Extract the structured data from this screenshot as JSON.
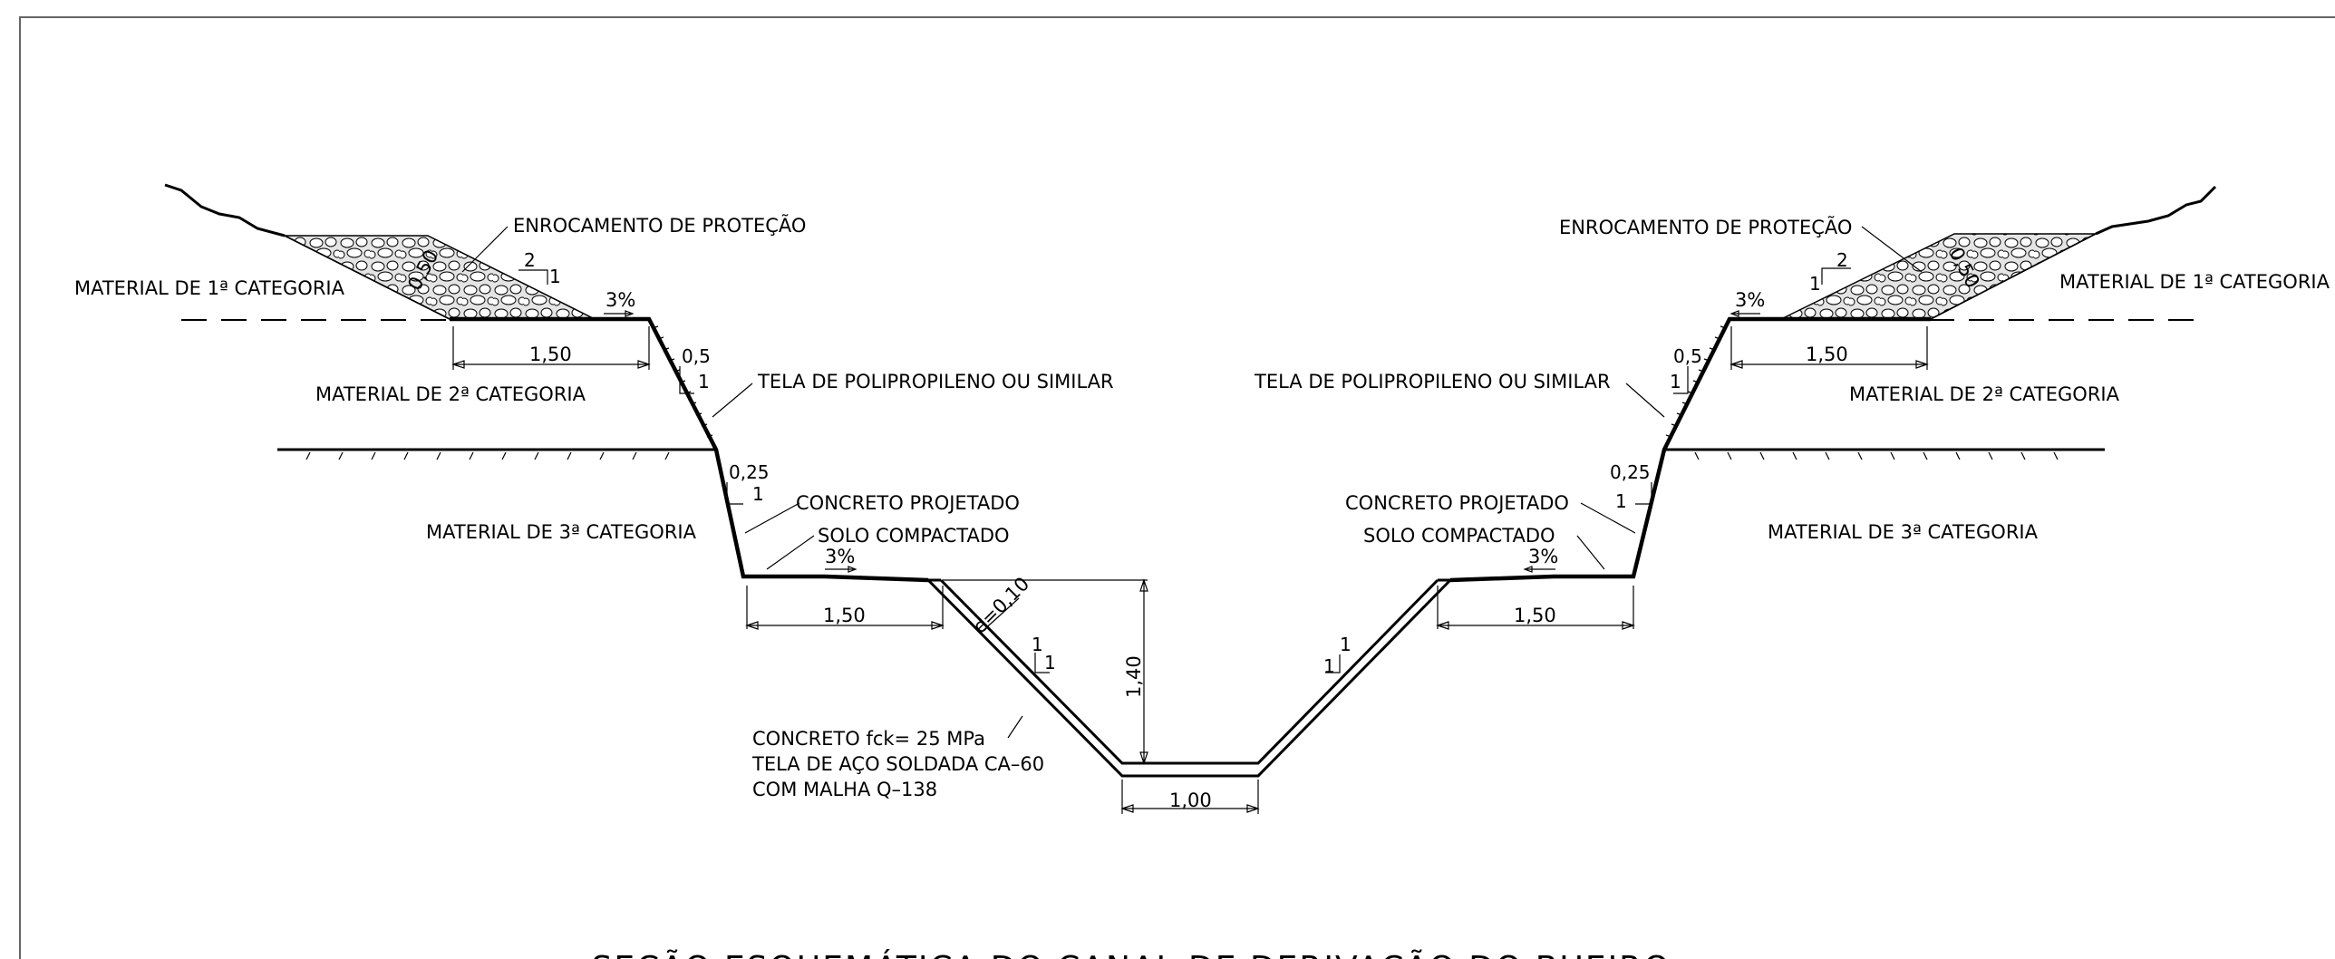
{
  "labels": {
    "enrocamento_left": "ENROCAMENTO DE PROTEÇÃO",
    "enrocamento_right": "ENROCAMENTO DE PROTEÇÃO",
    "material1_left": "MATERIAL DE 1ª CATEGORIA",
    "material1_right": "MATERIAL DE 1ª CATEGORIA",
    "material2_left": "MATERIAL DE 2ª CATEGORIA",
    "material2_right": "MATERIAL DE 2ª CATEGORIA",
    "material3_left": "MATERIAL DE 3ª CATEGORIA",
    "material3_right": "MATERIAL DE 3ª CATEGORIA",
    "tela_left": "TELA DE POLIPROPILENO OU SIMILAR",
    "tela_right": "TELA DE POLIPROPILENO OU SIMILAR",
    "concreto_proj_left": "CONCRETO PROJETADO",
    "concreto_proj_right": "CONCRETO PROJETADO",
    "solo_left": "SOLO COMPACTADO",
    "solo_right": "SOLO COMPACTADO",
    "concreto_fck": "CONCRETO fck= 25 MPa",
    "tela_aco": "TELA DE AÇO SOLDADA CA–60",
    "malha": "COM MALHA Q–138"
  },
  "dimensions": {
    "width_150": "1,50",
    "bottom_width": "1,00",
    "depth": "1,40",
    "thickness": "e=0,10",
    "rock_thickness": "0,50",
    "slope_3pct": "3%",
    "slope_05": "0,5",
    "slope_025": "0,25",
    "one": "1",
    "two": "2"
  },
  "title": "SEÇÃO ESQUEMÁTICA DO CANAL DE DERIVAÇÃO DO BUEIRO",
  "colors": {
    "line": "#000000",
    "frame": "#666666",
    "background": "#ffffff"
  }
}
